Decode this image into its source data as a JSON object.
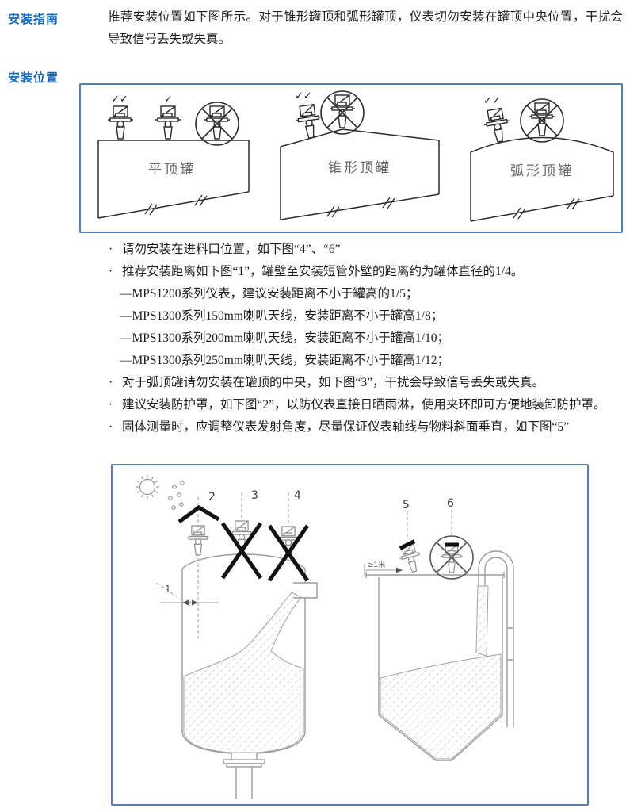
{
  "sections": {
    "install_guide": "安装指南",
    "install_position": "安装位置"
  },
  "intro": "推荐安装位置如下图所示。对于锥形罐顶和弧形罐顶，仪表切勿安装在罐顶中央位置，干扰会导致信号丢失或失真。",
  "figure1": {
    "tank_labels": [
      "平顶罐",
      "锥形顶罐",
      "弧形顶罐"
    ],
    "check_double": "✓✓",
    "check_single": "✓"
  },
  "notes": {
    "items": [
      {
        "marker": "·",
        "text": "请勿安装在进料口位置，如下图“4”、“6”"
      },
      {
        "marker": "·",
        "text": "推荐安装距离如下图“1”，罐壁至安装短管外壁的距离约为罐体直径的1/4。"
      },
      {
        "marker": "",
        "text": "—MPS1200系列仪表，建议安装距离不小于罐高的1/5；"
      },
      {
        "marker": "",
        "text": "—MPS1300系列150mm喇叭天线，安装距离不小于罐高1/8；"
      },
      {
        "marker": "",
        "text": "—MPS1300系列200mm喇叭天线，安装距离不小于罐高1/10；"
      },
      {
        "marker": "",
        "text": "—MPS1300系列250mm喇叭天线，安装距离不小于罐高1/12；"
      },
      {
        "marker": "·",
        "text": "对于弧顶罐请勿安装在罐顶的中央，如下图“3”，干扰会导致信号丢失或失真。"
      },
      {
        "marker": "·",
        "text": "建议安装防护罩，如下图“2”，以防仪表直接日晒雨淋，使用夹环即可方便地装卸防护罩。"
      },
      {
        "marker": "·",
        "text": "固体测量时，应调整仪表发射角度，尽量保证仪表轴线与物料斜面垂直，如下图“5”"
      }
    ]
  },
  "figure2": {
    "position_labels": [
      "1",
      "2",
      "3",
      "4",
      "5",
      "6"
    ],
    "min_distance_label": "≥1米"
  },
  "colors": {
    "heading_blue": "#1266bd",
    "figure_border_blue": "#4e7fbf"
  }
}
